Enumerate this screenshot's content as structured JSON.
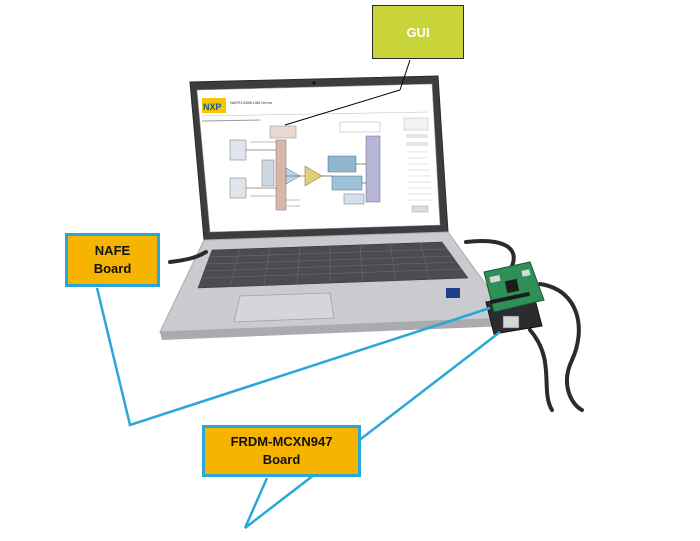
{
  "callouts": {
    "gui": "GUI",
    "nafe": "NAFE\nBoard",
    "frdm": "FRDM-MCXN947\nBoard"
  },
  "screen": {
    "brand": "NXP",
    "app_title": "NAFE13388 UIM Demo"
  },
  "colors": {
    "gui_fill": "#c9d33a",
    "callout_fill": "#f6b400",
    "callout_border": "#2aa7d9",
    "leader_line": "#2aa7d9",
    "laptop_body": "#c9cbce",
    "board_pcb": "#2e8f57"
  }
}
